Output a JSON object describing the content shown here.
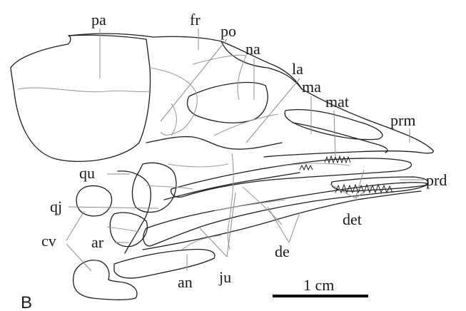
{
  "panel_letter": "B",
  "labels": {
    "pa": "pa",
    "fr": "fr",
    "po": "po",
    "na": "na",
    "la": "la",
    "ma": "ma",
    "mat": "mat",
    "prm": "prm",
    "qu": "qu",
    "qj": "qj",
    "cv": "cv",
    "ar": "ar",
    "an": "an",
    "ju": "ju",
    "de": "de",
    "det": "det",
    "prd": "prd"
  },
  "scale_bar": {
    "label": "1 cm"
  }
}
